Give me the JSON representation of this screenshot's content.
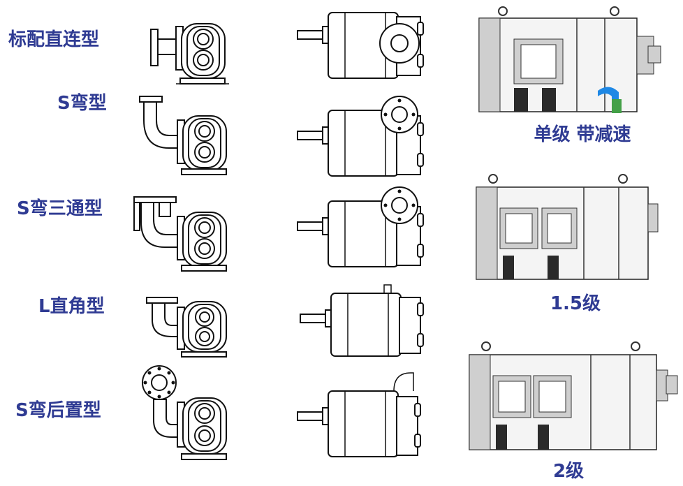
{
  "pump_types": [
    {
      "id": "standard",
      "label": "标配直连型"
    },
    {
      "id": "s-bend",
      "label": "S弯型"
    },
    {
      "id": "s-bend-tee",
      "label": "S弯三通型"
    },
    {
      "id": "l-angle",
      "label": "L直角型"
    },
    {
      "id": "s-bend-rear",
      "label": "S弯后置型"
    }
  ],
  "stages": [
    {
      "id": "single",
      "caption": "单级 带减速"
    },
    {
      "id": "one-half",
      "caption": "1.5级"
    },
    {
      "id": "two",
      "caption": "2级"
    }
  ],
  "colors": {
    "label_text": "#2f3b93",
    "logo_blue": "#1e88e5",
    "logo_green": "#43a047"
  }
}
